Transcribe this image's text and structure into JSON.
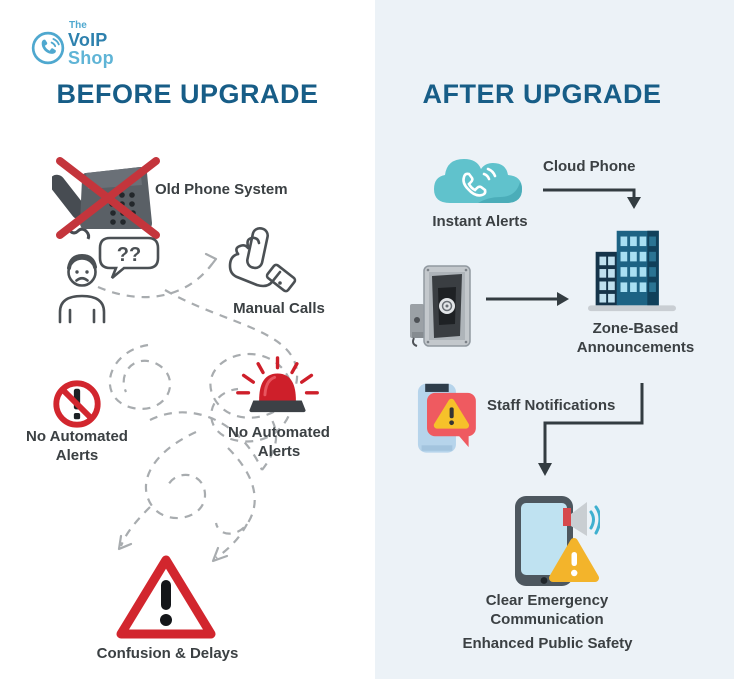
{
  "logo": {
    "line1": "The",
    "line2": "VoIP",
    "line3": "Shop"
  },
  "before": {
    "title": "BEFORE UPGRADE",
    "old_phone_label": "Old Phone System",
    "question_bubble": "??",
    "manual_calls_label": "Manual Calls",
    "no_alerts_left_label": "No Automated Alerts",
    "no_alerts_right_label": "No Automated Alerts",
    "confusion_label": "Confusion & Delays"
  },
  "after": {
    "title": "AFTER UPGRADE",
    "cloud_phone_label": "Cloud Phone",
    "instant_alerts_label": "Instant Alerts",
    "zone_label": "Zone-Based Announcements",
    "staff_label": "Staff Notifications",
    "clear_label": "Clear Emergency Communication",
    "safety_label": "Enhanced Public Safety"
  },
  "colors": {
    "title_blue": "#175d87",
    "label_gray": "#3b4043",
    "alert_red": "#d2262e",
    "cloud_teal": "#60c2cc",
    "panel_blue": "#ecf2f7",
    "connector_dark": "#333c41",
    "dashed_gray": "#a8acaf",
    "warning_yellow": "#f3b42b",
    "bubble_red": "#ef5a60",
    "building_teal": "#1d6384",
    "building_navy": "#15344a",
    "logo_blue": "#4fa8cf"
  }
}
